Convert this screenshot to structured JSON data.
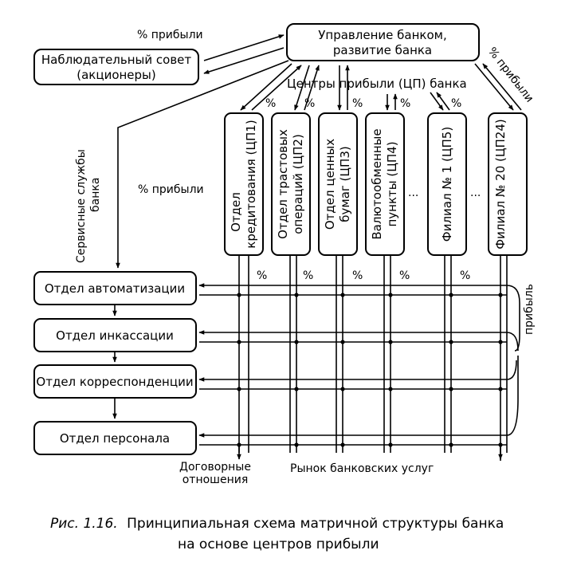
{
  "top_management": {
    "line1": "Управление банком,",
    "line2": "развитие банка"
  },
  "supervisory_board": {
    "line1": "Наблюдательный совет",
    "line2": "(акционеры)"
  },
  "profit_centers_label": "Центры прибыли (ЦП) банка",
  "service_label": {
    "line1": "Сервисные службы",
    "line2": "банка"
  },
  "labels": {
    "profit_pct_board": "% прибыли",
    "profit_pct_side": "% прибыли",
    "profit_pct_right": "% прибыли",
    "profit_right_vertical": "прибыль",
    "pct": "%",
    "ellipsis": "...",
    "contracts_line1": "Договорные",
    "contracts_line2": "отношения",
    "market": "Рынок банковских услуг"
  },
  "centers": [
    {
      "line1": "Отдел",
      "line2": "кредитования (ЦП1)"
    },
    {
      "line1": "Отдел трастовых",
      "line2": "операций (ЦП2)"
    },
    {
      "line1": "Отдел ценных",
      "line2": "бумаг (ЦП3)"
    },
    {
      "line1": "Валютообменные",
      "line2": "пункты (ЦП4)"
    },
    {
      "line1": "Филиал № 1 (ЦП5)",
      "line2": ""
    },
    {
      "line1": "Филиал № 20 (ЦП24)",
      "line2": ""
    }
  ],
  "services": [
    {
      "label": "Отдел автоматизации"
    },
    {
      "label": "Отдел инкассации"
    },
    {
      "label": "Отдел корреспонденции"
    },
    {
      "label": "Отдел персонала"
    }
  ],
  "caption": {
    "prefix": "Рис. 1.16.",
    "line1": "Принципиальная схема матричной структуры банка",
    "line2": "на основе центров прибыли"
  }
}
